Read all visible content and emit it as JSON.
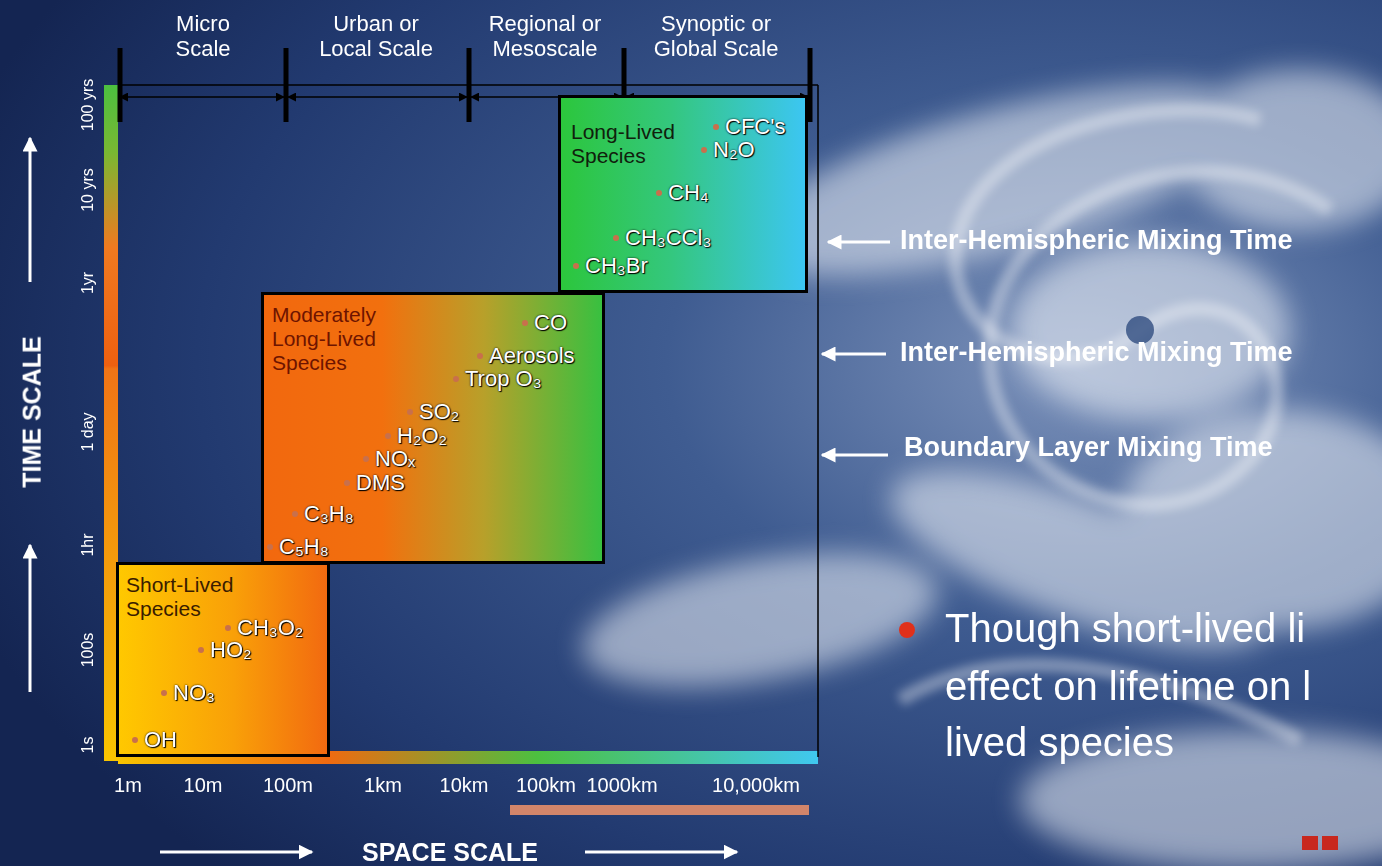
{
  "diagram": {
    "nodes": [
      {
        "text": [
          "Long-Lived Species",
          "CFC's",
          "N₂O",
          "CH₄",
          "CH₃CCl₃",
          "CH₃Br"
        ]
      },
      {
        "text": [
          "Moderately Long-Lived Species",
          "CO",
          "Aerosols",
          "Trop O₃",
          "SO₂",
          "H₂O₂",
          "NOₓ",
          "DMS",
          "C₃H₈",
          "C₅H₈"
        ]
      },
      {
        "text": [
          "Short-Lived Species",
          "CH₃O₂",
          "HO₂",
          "NO₃",
          "OH"
        ]
      }
    ],
    "labels": [
      "Micro Scale",
      "Urban or Local Scale",
      "Regional or Mesoscale",
      "Synoptic or Global Scale",
      "100 yrs",
      "10 yrs",
      "1yr",
      "1 day",
      "1hr",
      "100s",
      "1s",
      "TIME SCALE",
      "1m",
      "10m",
      "100m",
      "1km",
      "10km",
      "100km",
      "1000km",
      "10,000km",
      "SPACE SCALE",
      "Inter-Hemispheric Mixing Time",
      "Inter-Hemispheric Mixing Time",
      "Boundary Layer Mixing Time",
      "Though short-lived li",
      "effect on lifetime on l",
      "lived species"
    ]
  }
}
